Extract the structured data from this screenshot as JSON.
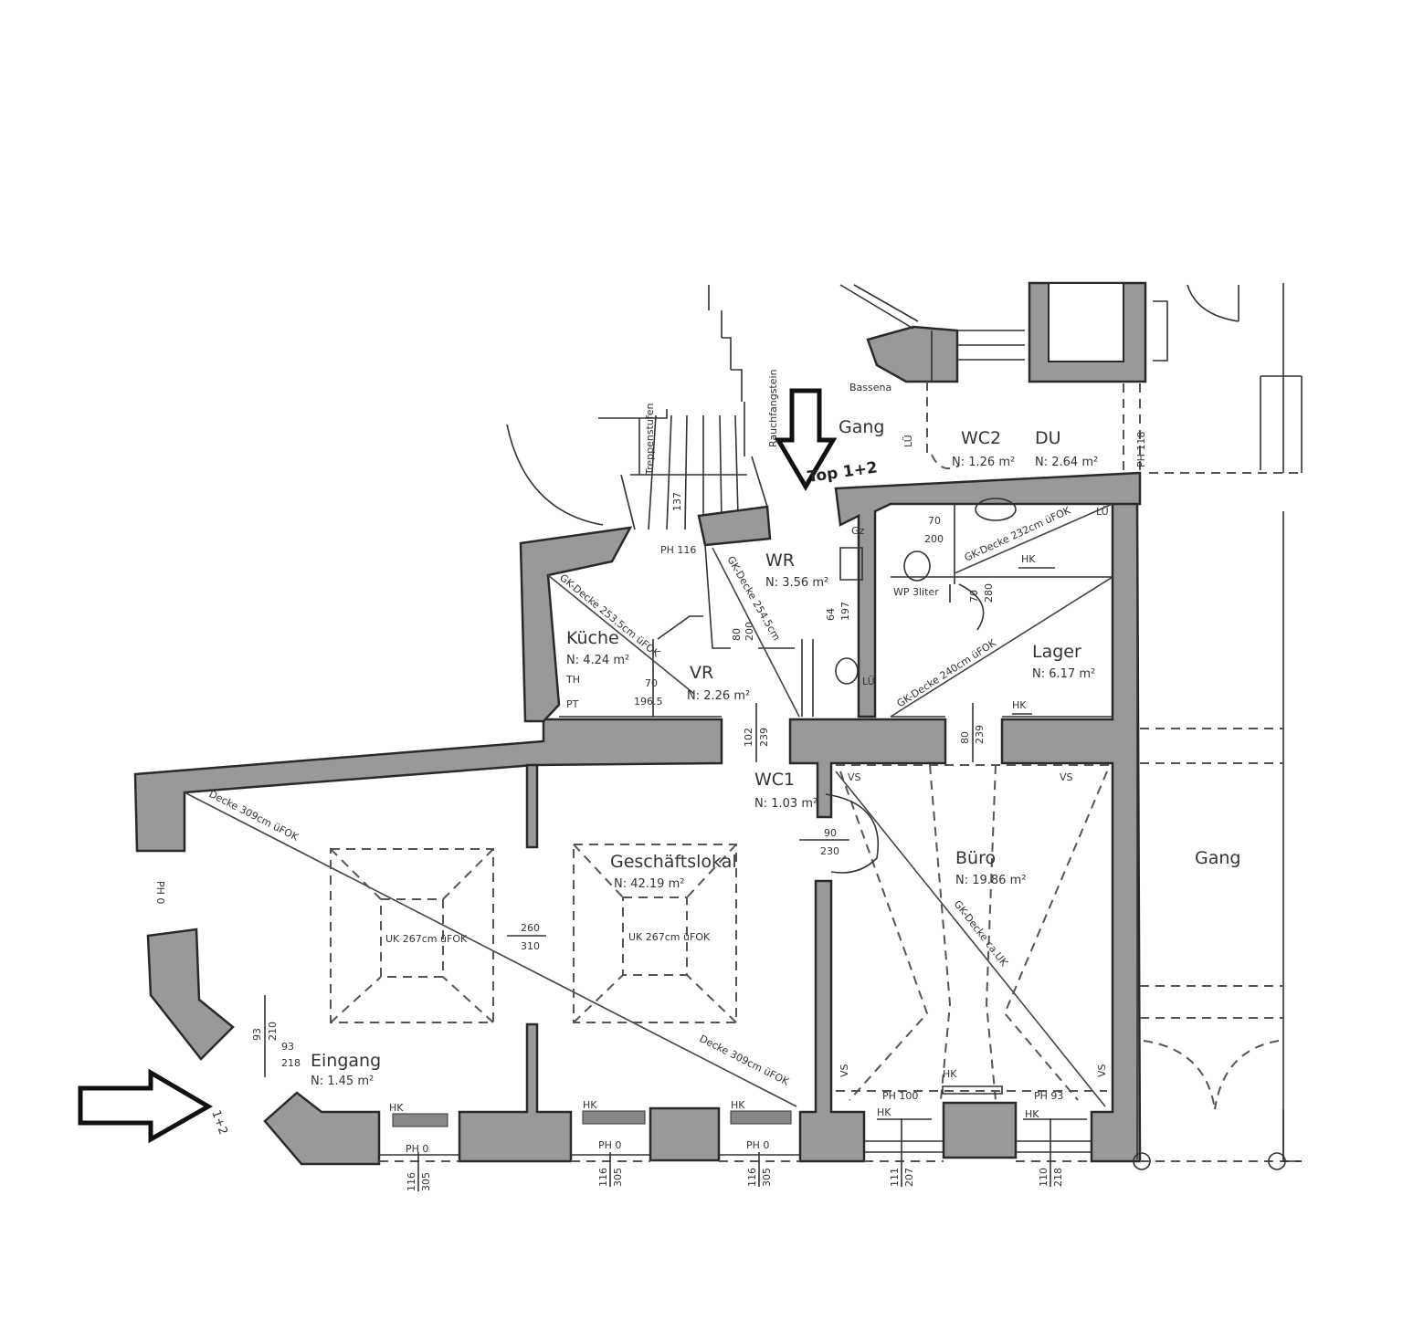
{
  "plan": {
    "unit_label": "Top 1+2",
    "entrance_marker": "1+2",
    "rooms": [
      {
        "id": "geschaeftslokal",
        "name": "Geschäftslokal",
        "area": "N: 42.19 m²"
      },
      {
        "id": "buero",
        "name": "Büro",
        "area": "N: 19.86 m²"
      },
      {
        "id": "lager",
        "name": "Lager",
        "area": "N: 6.17 m²"
      },
      {
        "id": "kueche",
        "name": "Küche",
        "area": "N: 4.24 m²"
      },
      {
        "id": "wr",
        "name": "WR",
        "area": "N: 3.56 m²"
      },
      {
        "id": "vr",
        "name": "VR",
        "area": "N: 2.26 m²"
      },
      {
        "id": "wc1",
        "name": "WC1",
        "area": "N: 1.03 m²"
      },
      {
        "id": "wc2",
        "name": "WC2",
        "area": "N: 1.26 m²"
      },
      {
        "id": "du",
        "name": "DU",
        "area": "N: 2.64 m²"
      },
      {
        "id": "eingang",
        "name": "Eingang",
        "area": "N: 1.45 m²"
      }
    ],
    "corridors": [
      "Gang",
      "Gang"
    ],
    "ceiling_notes": {
      "main_1": "Decke 309cm üFOK",
      "main_2": "Decke 309cm üFOK",
      "kueche": "GK-Decke 253.5cm üFOK",
      "wr": "GK-Decke 254.5cm",
      "lager": "GK-Decke 240cm üFOK",
      "du": "GK-Decke 232cm üFOK",
      "buero": "GK-Decke ca.UK",
      "beam_1": "UK 267cm üFOK",
      "beam_2": "UK 267cm üFOK"
    },
    "annotations": {
      "hk": "HK",
      "vs": "VS",
      "lu": "LÜ",
      "gz": "Gz",
      "th": "TH",
      "pt": "PT",
      "bassena": "Bassena",
      "wp": "WP 3liter",
      "ph_0": "PH 0",
      "ph_116": "PH 116",
      "ph_100": "PH 100",
      "ph_93": "PH 93",
      "dim_260_310": [
        "260",
        "310"
      ],
      "dim_90_230": [
        "90",
        "230"
      ],
      "dim_80_239": [
        "80",
        "239"
      ],
      "dim_102_239": [
        "102",
        "239"
      ],
      "dim_80_200": [
        "80",
        "200"
      ],
      "dim_70_196": [
        "70",
        "196.5"
      ],
      "dim_70_200": [
        "70",
        "200"
      ],
      "dim_70_280": [
        "70",
        "280"
      ],
      "dim_64_197": [
        "64",
        "197"
      ],
      "dim_93_210": [
        "93",
        "210"
      ],
      "dim_93_218": [
        "93",
        "218"
      ],
      "dim_116_305": [
        "116",
        "305"
      ],
      "dim_111_207": [
        "111",
        "207"
      ],
      "dim_110_218": [
        "110",
        "218"
      ],
      "stair_137": "137",
      "stair_label": "Treppenstufen",
      "chimney_label": "Rauchfangstein",
      "ph_right": "PH 118"
    },
    "colors": {
      "wall": "#999999",
      "line": "#333333",
      "background": "#ffffff"
    }
  }
}
